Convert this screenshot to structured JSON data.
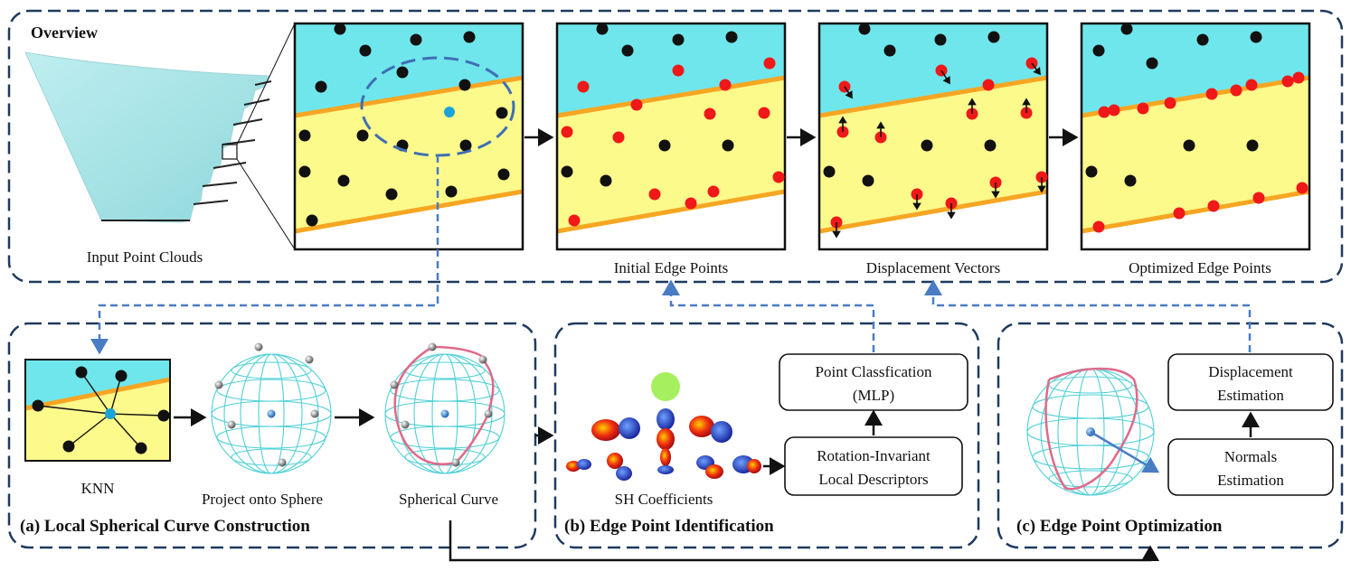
{
  "overview": {
    "title": "Overview",
    "input_label": "Input Point Clouds",
    "panel_labels": [
      "Initial Edge Points",
      "Displacement Vectors",
      "Optimized Edge Points"
    ]
  },
  "section_a": {
    "title": "(a) Local Spherical Curve Construction",
    "knn_label": "KNN",
    "project_label": "Project onto Sphere",
    "curve_label": "Spherical Curve"
  },
  "section_b": {
    "title": "(b) Edge Point Identification",
    "sh_label": "SH Coefficients",
    "classification_line1": "Point Classfication",
    "classification_line2": "(MLP)",
    "descriptor_line1": "Rotation-Invariant",
    "descriptor_line2": "Local Descriptors"
  },
  "section_c": {
    "title": "(c) Edge Point Optimization",
    "displacement_line1": "Displacement",
    "displacement_line2": "Estimation",
    "normals_line1": "Normals",
    "normals_line2": "Estimation"
  },
  "colors": {
    "border": "#1f3a5f",
    "dashed_link": "#4a7cc4",
    "cyan_region": "#6fe6ec",
    "yellow_region": "#fdfa8c",
    "edge_line": "#f6a623",
    "edge_point": "#f01818",
    "query_point": "#1aa3d8",
    "sphere": "#4fd0d6",
    "curve": "#e06a8a"
  }
}
